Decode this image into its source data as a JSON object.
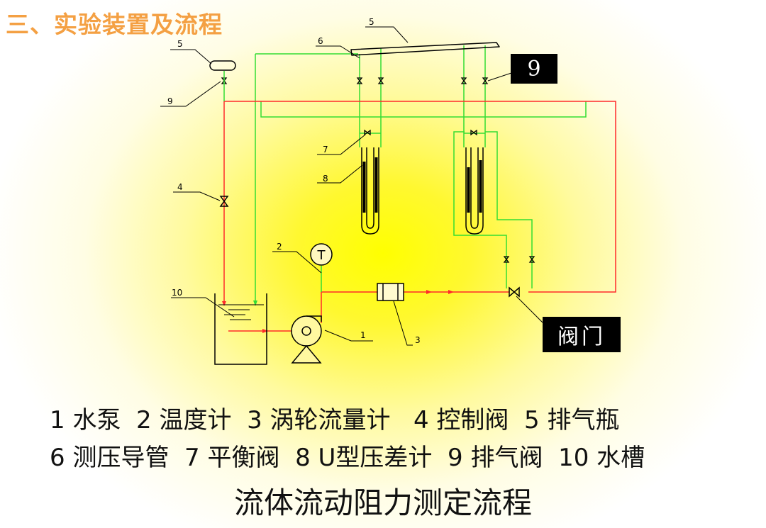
{
  "title": "三、实验装置及流程",
  "diagram": {
    "labels": {
      "l5a": "5",
      "l5b": "5",
      "l6": "6",
      "l9a": "9",
      "l7": "7",
      "l8": "8",
      "l4": "4",
      "l2": "2",
      "l10": "10",
      "l1": "1",
      "l3": "3",
      "gauge": "T"
    },
    "callout_9": "9",
    "callout_valve": "阀门"
  },
  "legend": {
    "line1": "1 水泵  2 温度计  3 涡轮流量计   4 控制阀  5 排气瓶",
    "line2": "6 测压导管  7 平衡阀  8 U型压差计  9 排气阀  10 水槽"
  },
  "caption": "流体流动阻力测定流程",
  "colors": {
    "water_line": "#ff2a2a",
    "pressure_line": "#33dd33",
    "title": "#f4a043"
  }
}
